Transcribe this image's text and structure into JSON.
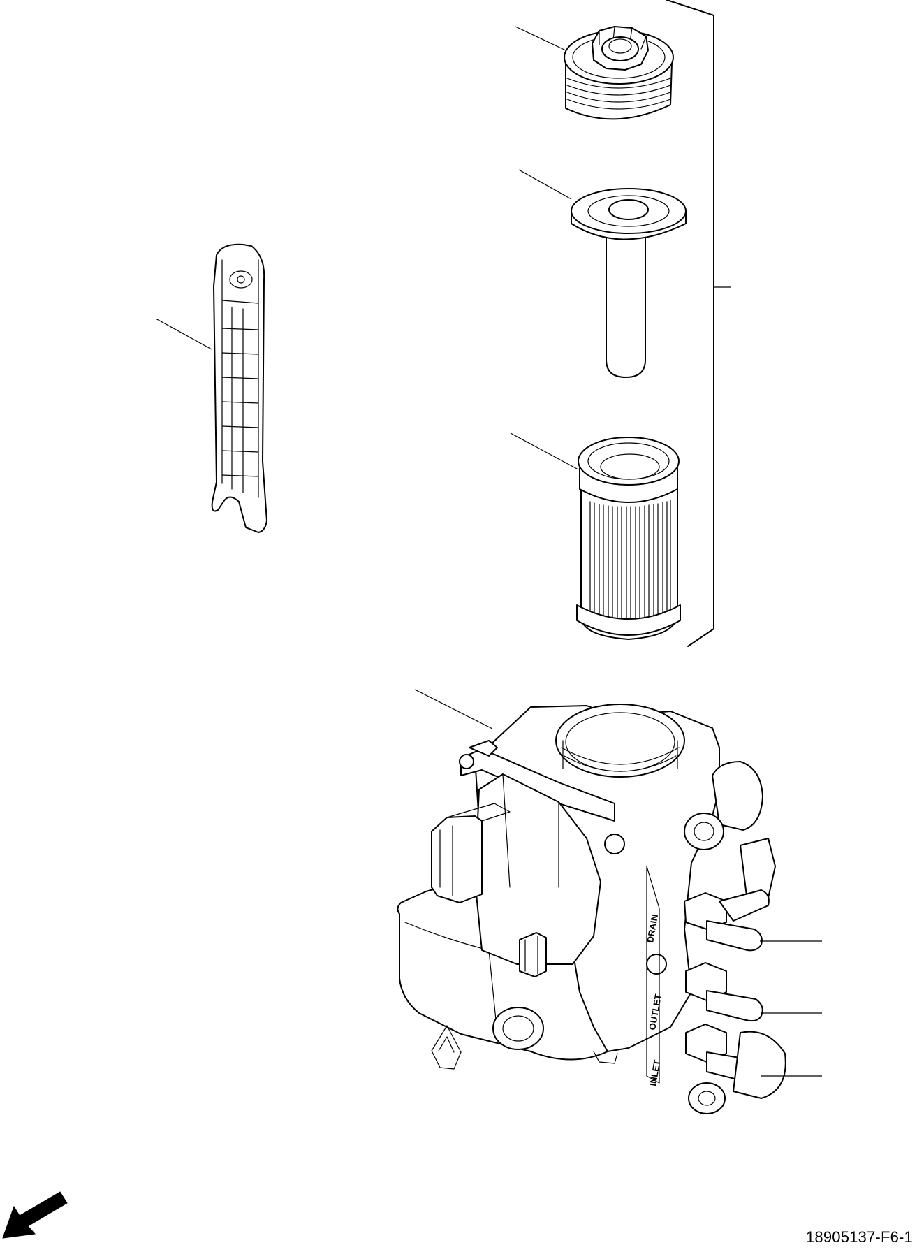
{
  "figure_id": "18905137-F6-1",
  "housing_labels": {
    "drain": "DRAIN",
    "outlet": "OUTLET",
    "inlet": "INLET"
  },
  "icons": {
    "orientation_arrow": "arrow-down-left-icon"
  },
  "colors": {
    "line": "#000000",
    "background": "#ffffff"
  }
}
